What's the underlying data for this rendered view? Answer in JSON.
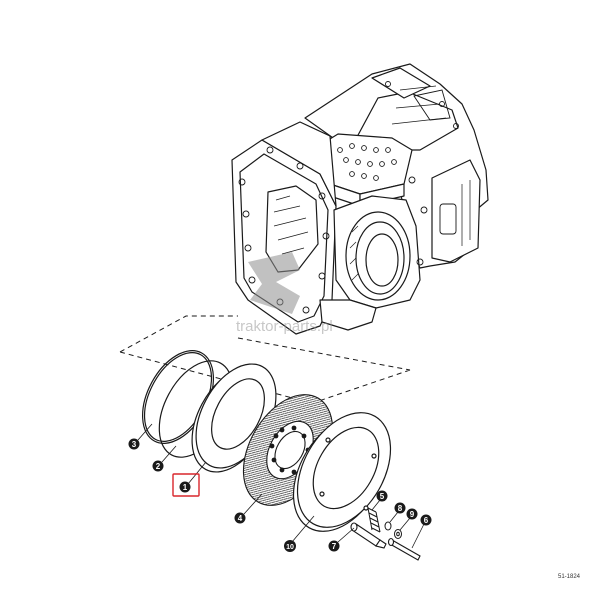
{
  "watermark": {
    "text": "traktor-parts.pl"
  },
  "figure_ref": "51-1824",
  "callouts": [
    {
      "id": "3",
      "label": "3"
    },
    {
      "id": "2",
      "label": "2"
    },
    {
      "id": "1",
      "label": "1",
      "highlighted": true
    },
    {
      "id": "4",
      "label": "4"
    },
    {
      "id": "10",
      "label": "10"
    },
    {
      "id": "7",
      "label": "7"
    },
    {
      "id": "5",
      "label": "5"
    },
    {
      "id": "8",
      "label": "8"
    },
    {
      "id": "9",
      "label": "9"
    },
    {
      "id": "6",
      "label": "6"
    }
  ],
  "colors": {
    "line": "#1a1a1a",
    "highlight": "#d9262c",
    "watermark": "#a0a0a0"
  }
}
